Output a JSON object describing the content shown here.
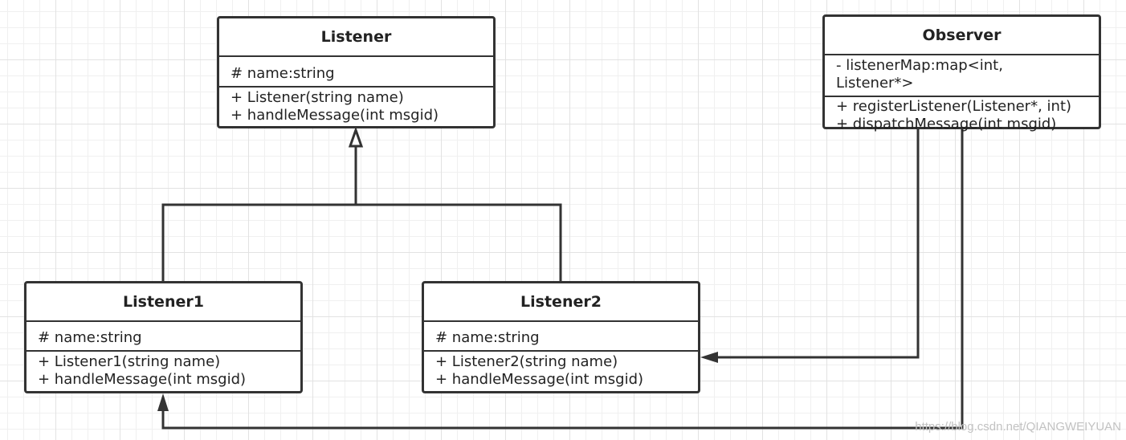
{
  "classes": {
    "listener": {
      "name": "Listener",
      "attributes": [
        "# name:string"
      ],
      "methods": [
        "+ Listener(string name)",
        "+ handleMessage(int msgid)"
      ]
    },
    "observer": {
      "name": "Observer",
      "attributes": [
        "- listenerMap:map<int,",
        "Listener*>"
      ],
      "methods": [
        "+ registerListener(Listener*, int)",
        "+ dispatchMessage(int msgid)"
      ]
    },
    "listener1": {
      "name": "Listener1",
      "attributes": [
        "# name:string"
      ],
      "methods": [
        "+ Listener1(string name)",
        "+ handleMessage(int msgid)"
      ]
    },
    "listener2": {
      "name": "Listener2",
      "attributes": [
        "# name:string"
      ],
      "methods": [
        "+ Listener2(string name)",
        "+ handleMessage(int msgid)"
      ]
    }
  },
  "relations": [
    {
      "type": "generalization",
      "from": "Listener1",
      "to": "Listener"
    },
    {
      "type": "generalization",
      "from": "Listener2",
      "to": "Listener"
    },
    {
      "type": "association",
      "from": "Observer",
      "to": "Listener2"
    },
    {
      "type": "association",
      "from": "Observer",
      "to": "Listener1"
    }
  ],
  "watermark": "https://blog.csdn.net/QIANGWEIYUAN"
}
